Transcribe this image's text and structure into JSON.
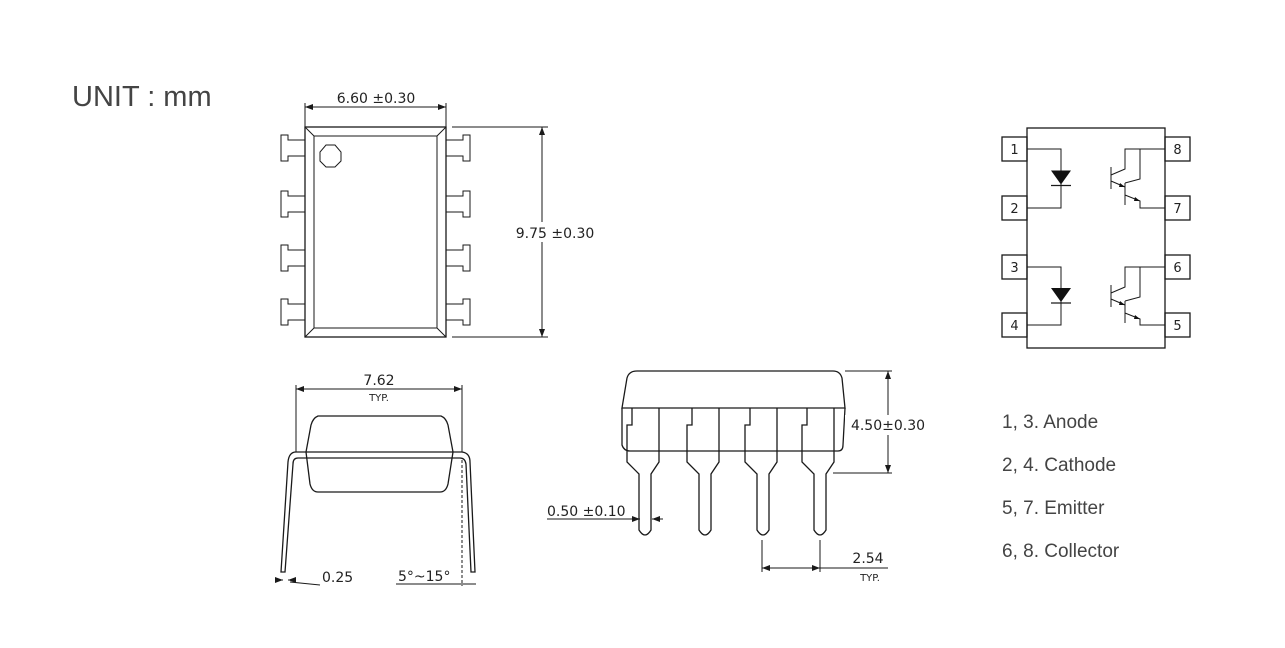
{
  "unit_label": "UNIT : mm",
  "top_view": {
    "width_dim": "6.60 ±0.30",
    "height_dim": "9.75 ±0.30"
  },
  "front_view": {
    "lead_span": "7.62",
    "lead_span_note": "TYP.",
    "lead_thickness": "0.25",
    "lead_angle": "5°~15°"
  },
  "side_view": {
    "height_dim": "4.50±0.30",
    "lead_width": "0.50 ±0.10",
    "pitch": "2.54",
    "pitch_note": "TYP."
  },
  "schematic": {
    "pins_left": [
      "1",
      "2",
      "3",
      "4"
    ],
    "pins_right": [
      "8",
      "7",
      "6",
      "5"
    ]
  },
  "legend": [
    "1, 3. Anode",
    "2, 4. Cathode",
    "5, 7. Emitter",
    "6, 8. Collector"
  ]
}
